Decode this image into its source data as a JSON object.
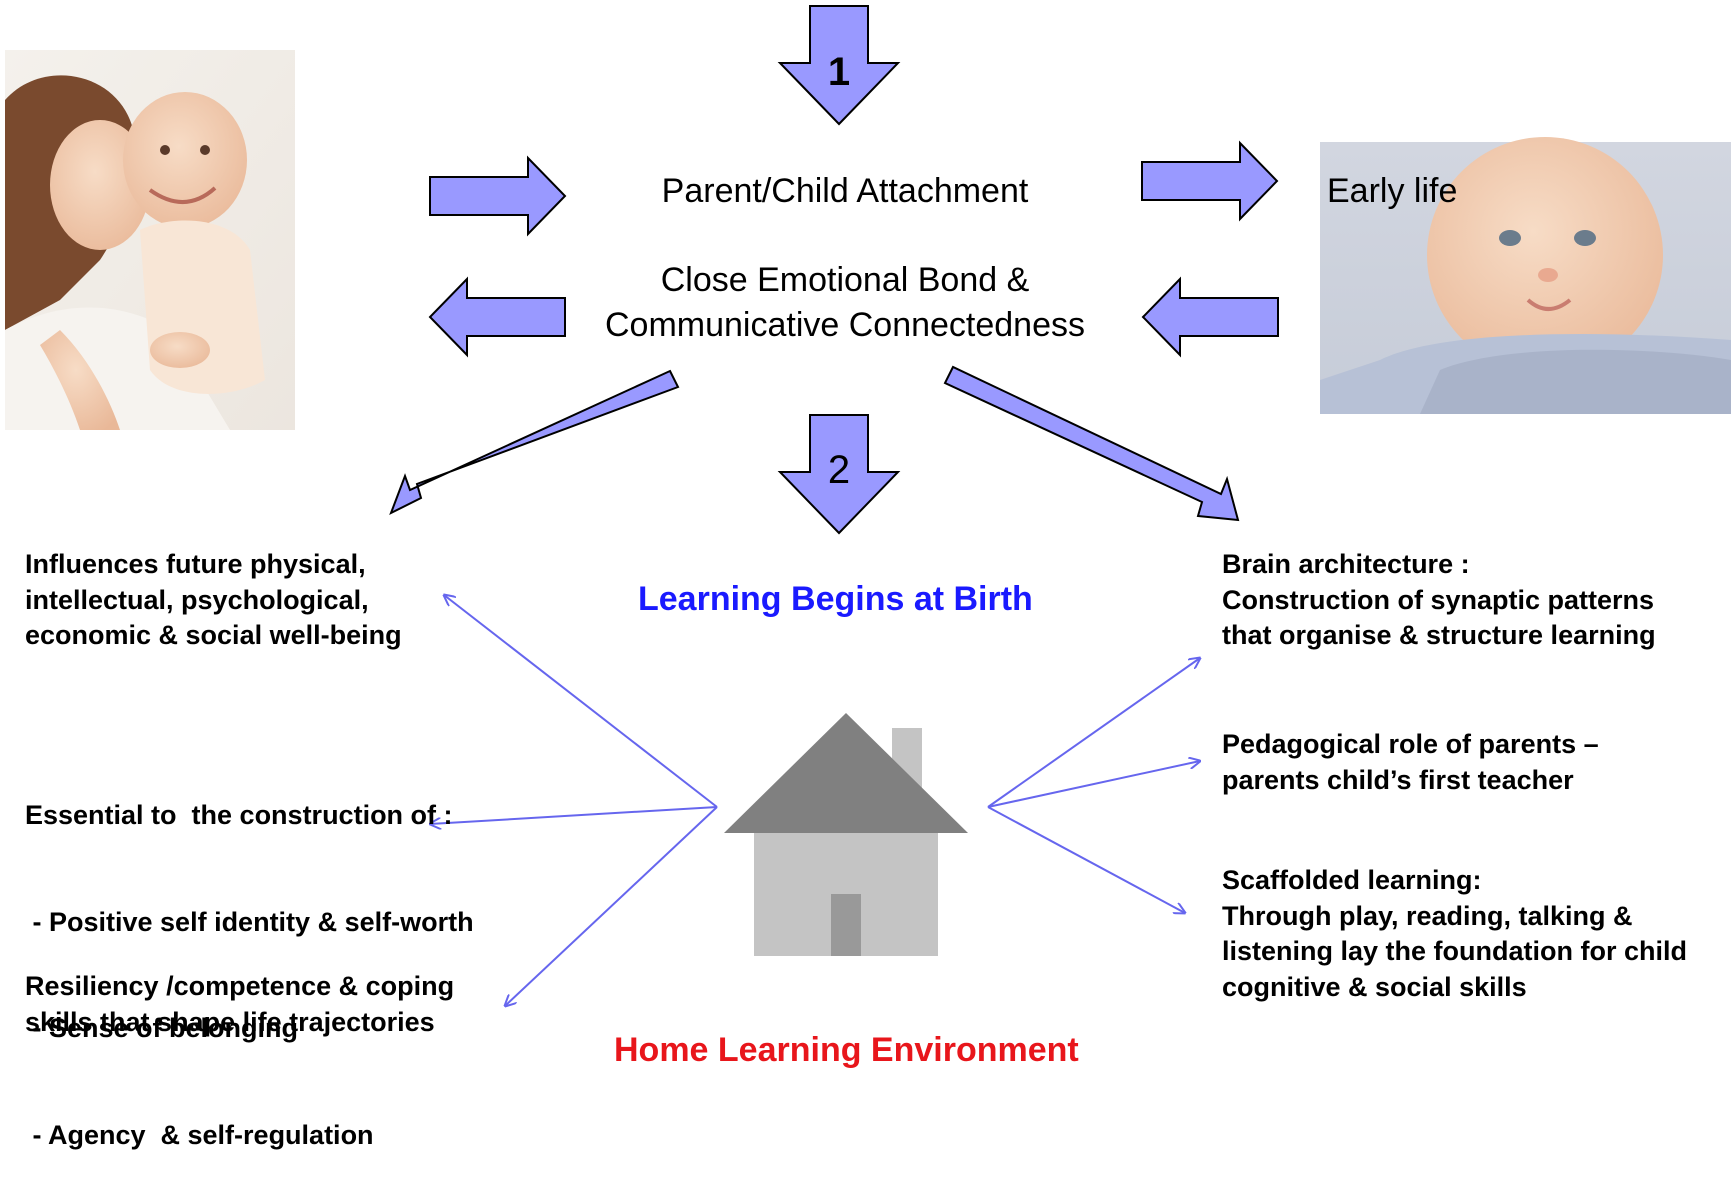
{
  "top_arrow_number": "1",
  "middle_arrow_number": "2",
  "attachment": {
    "title": "Parent/Child Attachment",
    "line1": "Close Emotional Bond &",
    "line2": "Communicative Connectedness"
  },
  "early_life_label": "Early life",
  "learning_heading": "Learning Begins at Birth",
  "home_heading": "Home Learning Environment",
  "left_blocks": [
    {
      "lines": [
        "Influences future physical,",
        "intellectual, psychological,",
        "economic & social well-being"
      ]
    },
    {
      "lines": [
        "Essential to  the construction of :",
        " - Positive self identity & self-worth",
        " - Sense of belonging",
        " - Agency  & self-regulation"
      ]
    },
    {
      "lines": [
        "Resiliency /competence & coping",
        "skills that shape life trajectories"
      ]
    }
  ],
  "right_blocks": [
    {
      "lines": [
        "Brain architecture :",
        "Construction of  synaptic patterns",
        "that organise & structure learning"
      ]
    },
    {
      "lines": [
        "Pedagogical role of parents –",
        "parents child’s first teacher"
      ]
    },
    {
      "lines": [
        "Scaffolded learning:",
        "Through play, reading, talking &",
        "listening lay the foundation for child",
        "cognitive & social skills"
      ]
    }
  ],
  "colors": {
    "arrow_fill": "#9999ff",
    "connector_line": "#6666ee",
    "house_roof": "#808080",
    "house_body": "#c4c4c4",
    "house_door": "#999999",
    "blue_heading": "#1a1aff",
    "red_heading": "#e8161b"
  }
}
